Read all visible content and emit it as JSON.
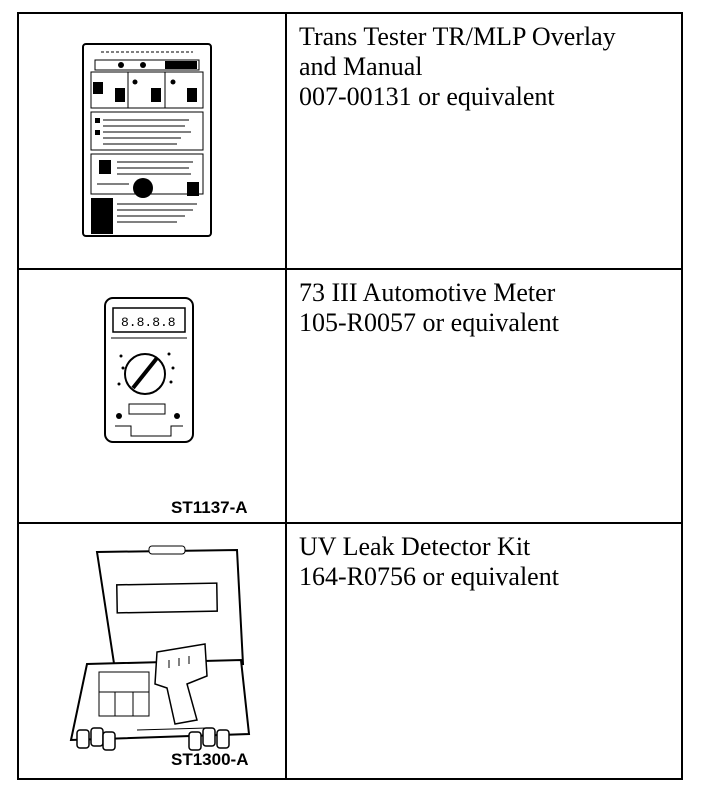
{
  "rows": [
    {
      "illustration": "trans-tester-overlay-manual-drawing",
      "code": "",
      "lines": [
        "Trans Tester TR/MLP Overlay",
        "and Manual",
        "007-00131 or equivalent"
      ]
    },
    {
      "illustration": "automotive-meter-drawing",
      "code": "ST1137-A",
      "lines": [
        "73 III Automotive Meter",
        "105-R0057 or equivalent"
      ]
    },
    {
      "illustration": "uv-leak-detector-kit-drawing",
      "code": "ST1300-A",
      "lines": [
        "UV Leak Detector Kit",
        "164-R0756 or equivalent"
      ]
    }
  ]
}
